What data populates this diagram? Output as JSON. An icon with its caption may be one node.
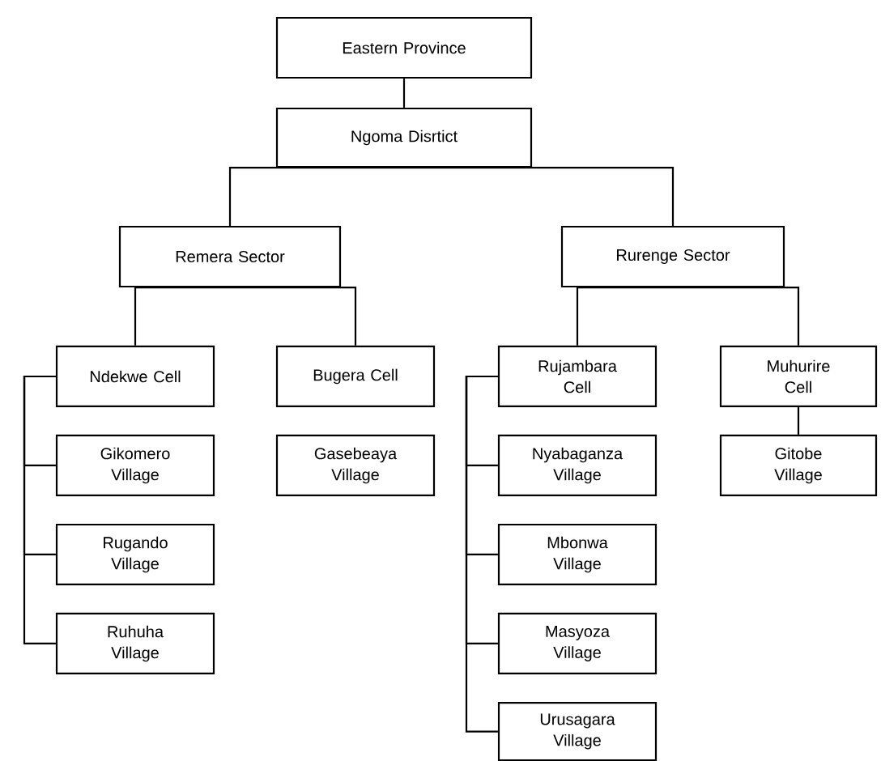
{
  "diagram": {
    "nodes": [
      {
        "text": [
          "Eastern Province"
        ]
      },
      {
        "text": [
          "Ngoma Disrtict"
        ]
      },
      {
        "text": [
          "Remera Sector"
        ]
      },
      {
        "text": [
          "Rurenge Sector"
        ]
      },
      {
        "text": [
          "Ndekwe Cell"
        ]
      },
      {
        "text": [
          "Bugera Cell"
        ]
      },
      {
        "text": [
          "Rujambara Cell"
        ]
      },
      {
        "text": [
          "Muhurire Cell"
        ]
      },
      {
        "text": [
          "Gikomero Village"
        ]
      },
      {
        "text": [
          "Gasebeaya Village"
        ]
      },
      {
        "text": [
          "Nyabaganza Village"
        ]
      },
      {
        "text": [
          "Gitobe Village"
        ]
      },
      {
        "text": [
          "Rugando Village"
        ]
      },
      {
        "text": [
          "Mbonwa Village"
        ]
      },
      {
        "text": [
          "Ruhuha Village"
        ]
      },
      {
        "text": [
          "Masyoza Village"
        ]
      },
      {
        "text": [
          "Urusagara Village"
        ]
      }
    ],
    "edges": [
      {
        "from": 0,
        "to": 1,
        "arrow": "none"
      },
      {
        "from": 1,
        "to": 2,
        "arrow": "none"
      },
      {
        "from": 1,
        "to": 3,
        "arrow": "none"
      },
      {
        "from": 2,
        "to": 4,
        "arrow": "none"
      },
      {
        "from": 2,
        "to": 5,
        "arrow": "none"
      },
      {
        "from": 3,
        "to": 6,
        "arrow": "none"
      },
      {
        "from": 3,
        "to": 7,
        "arrow": "none"
      },
      {
        "from": 4,
        "to": 8,
        "arrow": "none"
      },
      {
        "from": 4,
        "to": 12,
        "arrow": "none"
      },
      {
        "from": 4,
        "to": 14,
        "arrow": "none"
      },
      {
        "from": 6,
        "to": 10,
        "arrow": "none"
      },
      {
        "from": 6,
        "to": 13,
        "arrow": "none"
      },
      {
        "from": 6,
        "to": 15,
        "arrow": "none"
      },
      {
        "from": 6,
        "to": 16,
        "arrow": "none"
      },
      {
        "from": 7,
        "to": 11,
        "arrow": "none"
      }
    ]
  }
}
